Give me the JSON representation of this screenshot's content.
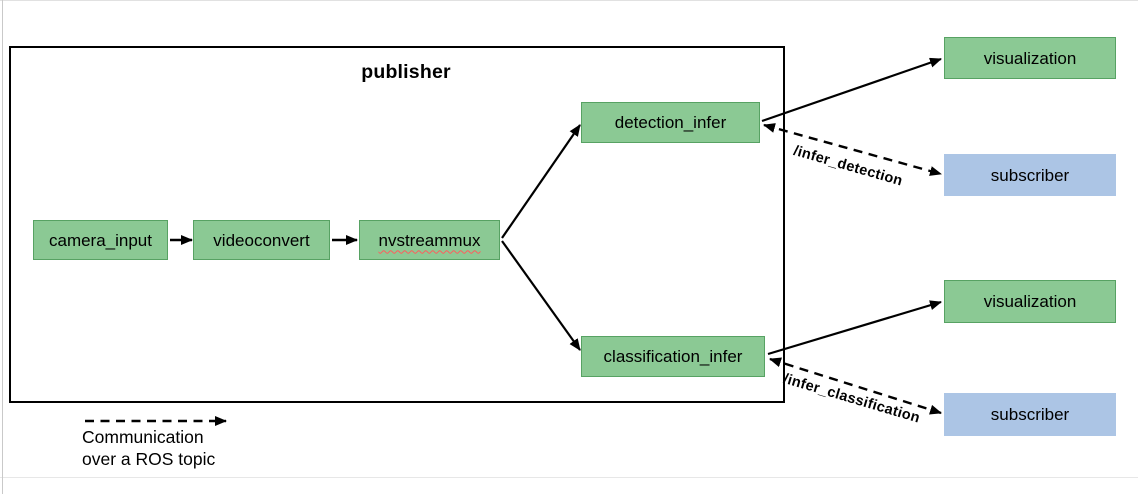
{
  "diagram": {
    "publisher_group": {
      "title": "publisher"
    },
    "nodes": {
      "camera_input": {
        "label": "camera_input"
      },
      "videoconvert": {
        "label": "videoconvert"
      },
      "nvstreammux": {
        "label": "nvstreammux"
      },
      "detection_infer": {
        "label": "detection_infer"
      },
      "classification_infer": {
        "label": "classification_infer"
      },
      "visualization_top": {
        "label": "visualization"
      },
      "subscriber_top": {
        "label": "subscriber"
      },
      "visualization_bottom": {
        "label": "visualization"
      },
      "subscriber_bottom": {
        "label": "subscriber"
      }
    },
    "topic_labels": {
      "detection": "/infer_detection",
      "classification": "/infer_classification"
    },
    "legend": {
      "line1": "Communication",
      "line2": "over a ROS topic"
    },
    "colors": {
      "green_fill": "#8BC994",
      "green_border": "#57A263",
      "blue_fill": "#ACC5E5",
      "line_black": "#000000",
      "spellcheck_red": "#FF5C5C",
      "frame_gray": "#C9C9C9"
    }
  }
}
